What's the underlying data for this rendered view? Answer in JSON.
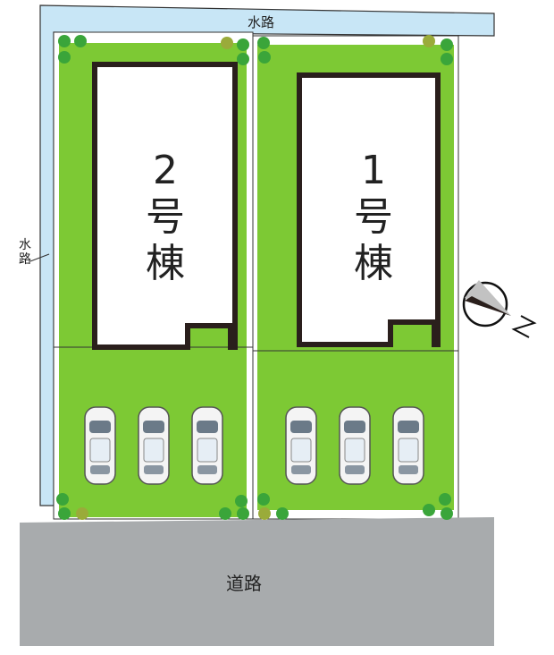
{
  "labels": {
    "waterway_top": "水路",
    "waterway_left_1": "水",
    "waterway_left_2": "路",
    "road": "道路"
  },
  "buildings": [
    {
      "num": "2",
      "char1": "号",
      "char2": "棟"
    },
    {
      "num": "1",
      "char1": "号",
      "char2": "棟"
    }
  ],
  "compass": {
    "direction": "N",
    "icon": "north-arrow-icon"
  },
  "colors": {
    "waterway": "#c8e6f6",
    "lawn": "#7dc934",
    "road": "#a8abad",
    "building_outline": "#2a1f1c",
    "tree": "#3aa53a"
  }
}
